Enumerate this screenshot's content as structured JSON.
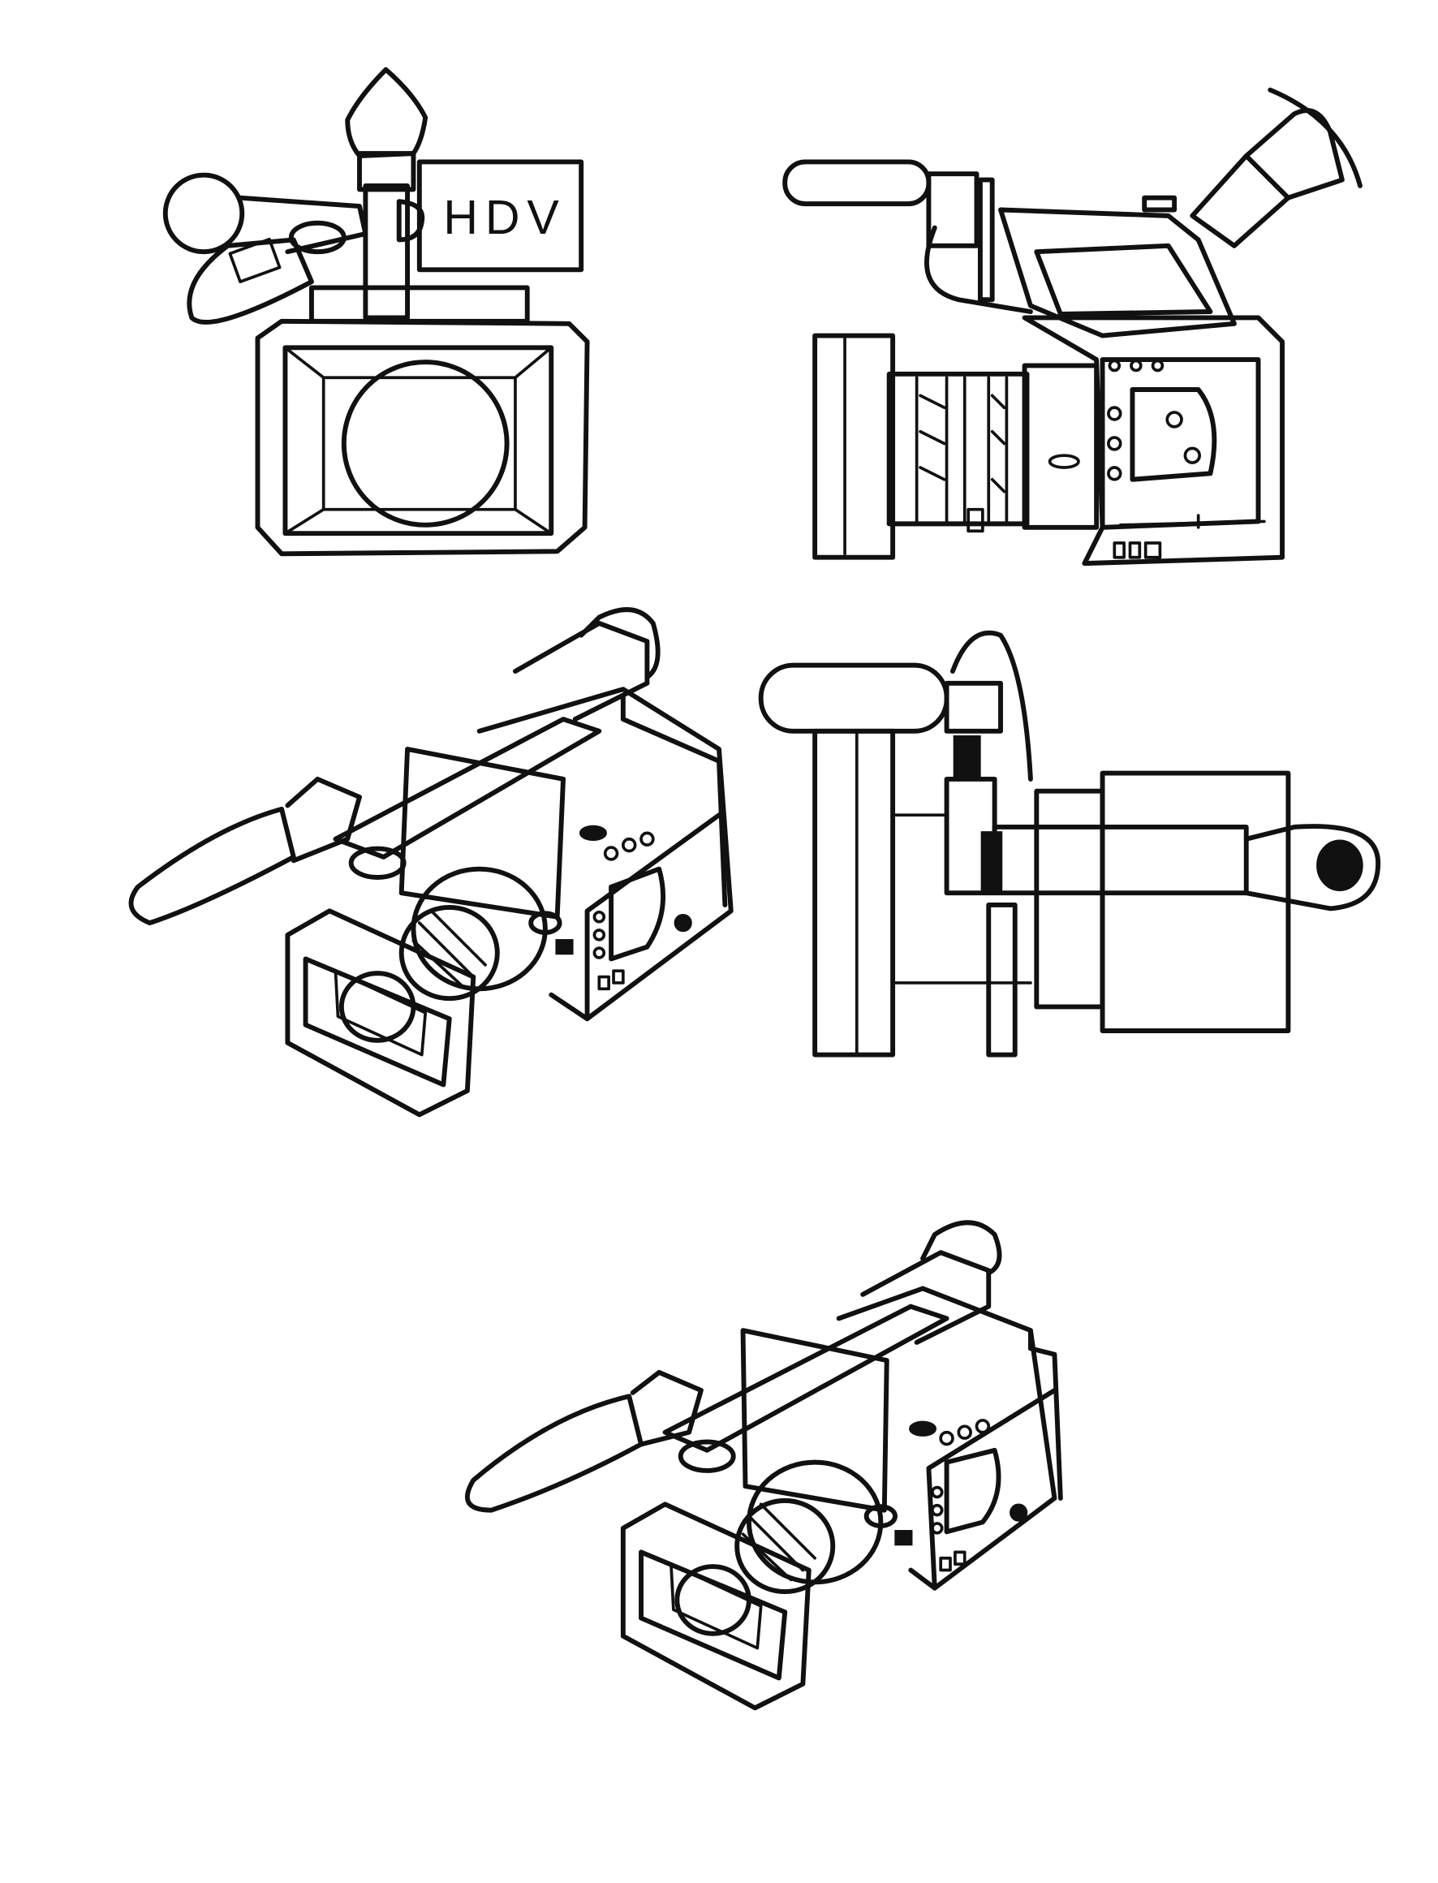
{
  "sketch_sheet": {
    "subject": "camcorder",
    "views": [
      "front",
      "side",
      "isometric-left",
      "back",
      "isometric-final"
    ],
    "front_view": {
      "viewfinder_label": "HDV"
    },
    "colors": {
      "ink": "#111111",
      "paper": "#ffffff"
    }
  }
}
